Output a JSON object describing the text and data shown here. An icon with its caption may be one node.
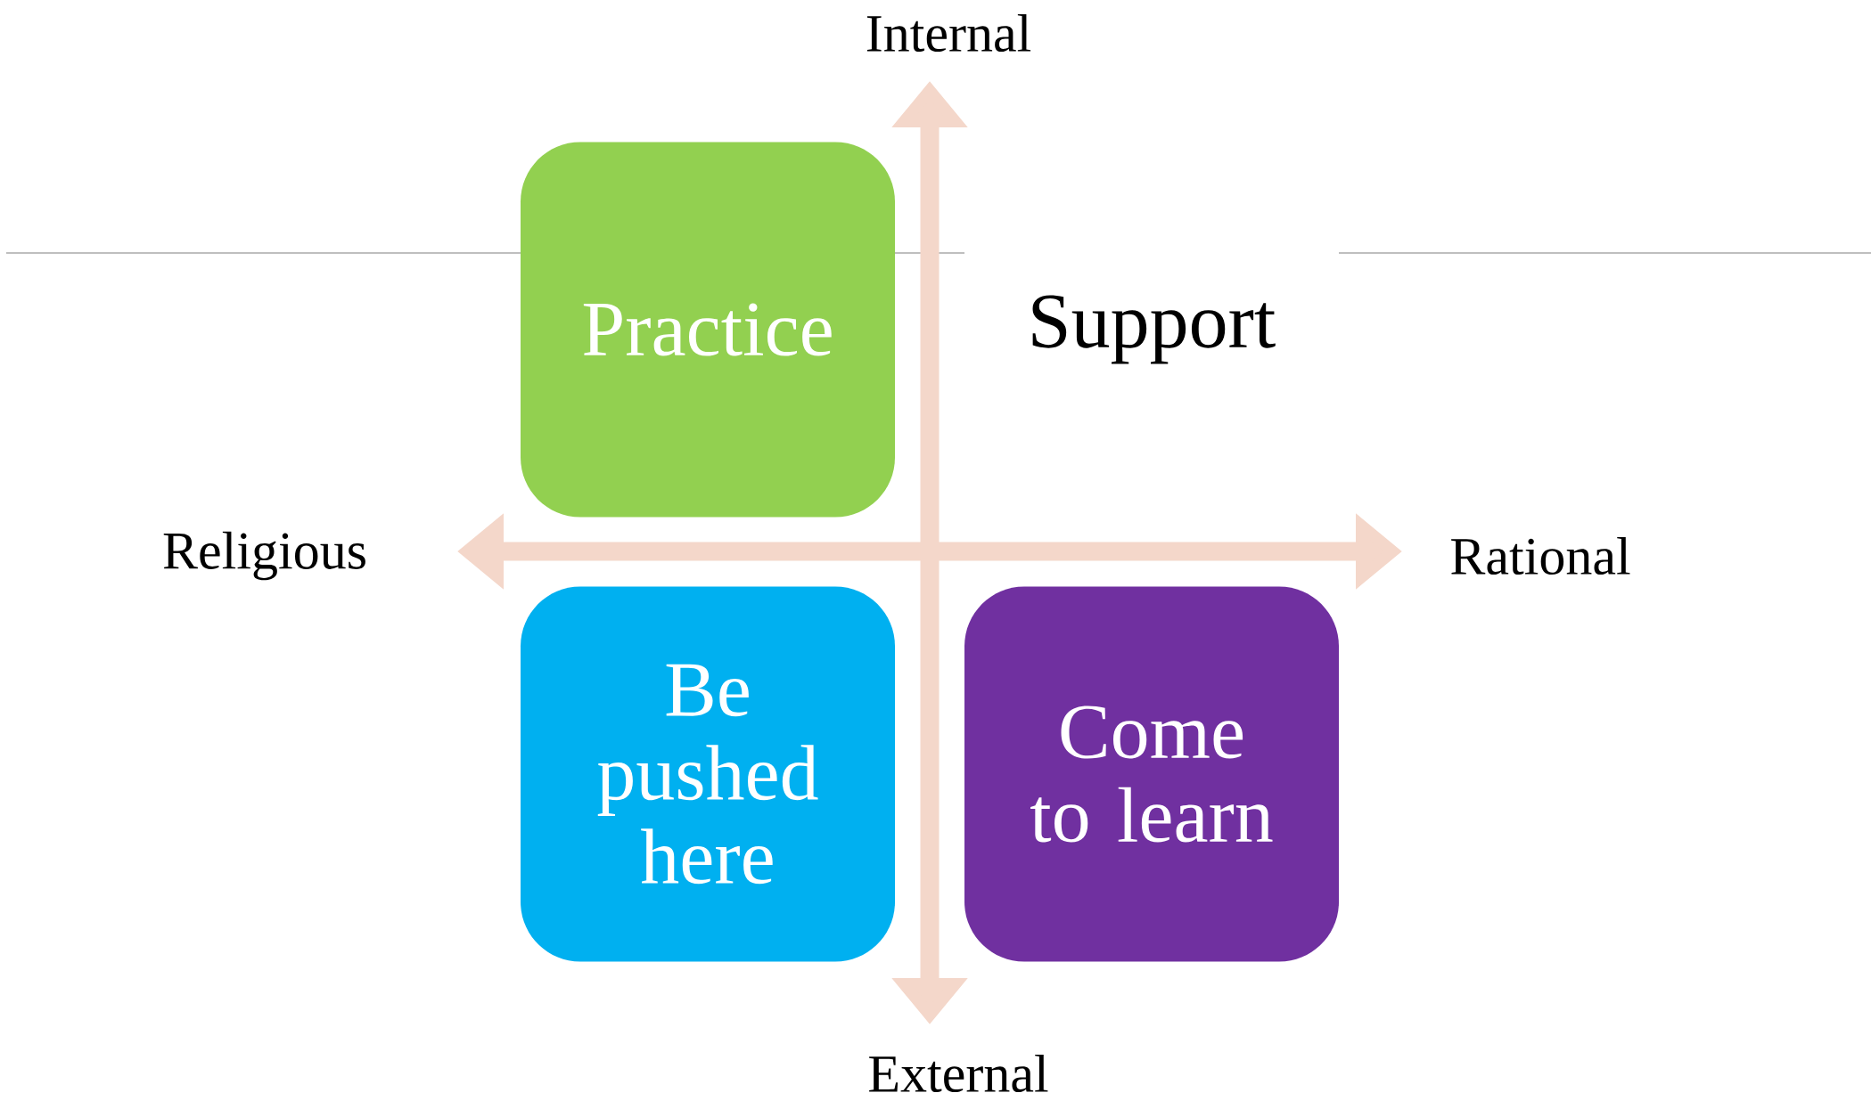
{
  "diagram": {
    "nodes": [
      {
        "text": [
          "Practice"
        ]
      },
      {
        "text": [
          "Support"
        ]
      },
      {
        "text": [
          "Be pushed here"
        ]
      },
      {
        "text": [
          "Come to learn"
        ]
      }
    ],
    "labels": [
      "Internal",
      "Religious",
      "Rational",
      "External"
    ]
  }
}
